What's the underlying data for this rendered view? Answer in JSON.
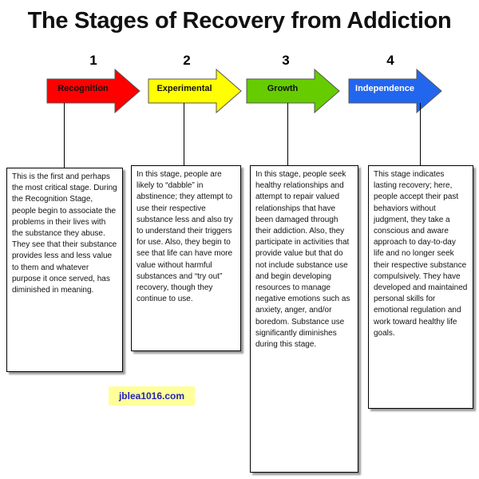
{
  "title": "The Stages of Recovery from Addiction",
  "stages": [
    {
      "number": "1",
      "label": "Recognition",
      "color": "#ff0000",
      "label_color": "#111111",
      "description": "This is the first and perhaps the most critical stage. During the Recognition Stage, people begin to associate the problems in their lives with the substance they abuse. They see that their substance provides less and less value to them and whatever purpose it once served, has diminished in meaning."
    },
    {
      "number": "2",
      "label": "Experimental",
      "color": "#ffff00",
      "label_color": "#111111",
      "description": "In this stage, people are likely to “dabble” in abstinence; they attempt to use their respective substance less and also try to understand their triggers for use. Also, they begin to see that life can have more value without harmful substances and “try out” recovery, though they continue to use."
    },
    {
      "number": "3",
      "label": "Growth",
      "color": "#66cc00",
      "label_color": "#111111",
      "description": "In this stage, people seek healthy relationships and attempt to repair valued relationships that have been damaged through their addiction. Also, they participate in activities that provide value but that do not include substance use and begin developing resources to manage negative emotions such as anxiety, anger, and/or boredom. Substance use significantly diminishes during this stage."
    },
    {
      "number": "4",
      "label": "Independence",
      "color": "#2266ee",
      "label_color": "#ffffff",
      "description": "This stage indicates lasting recovery; here, people accept their past behaviors without judgment, they take a conscious and aware approach to day-to-day life and no longer seek their respective substance compulsively. They have developed and maintained personal skills for emotional regulation and work toward healthy life goals."
    }
  ],
  "website": "jblea1016.com"
}
